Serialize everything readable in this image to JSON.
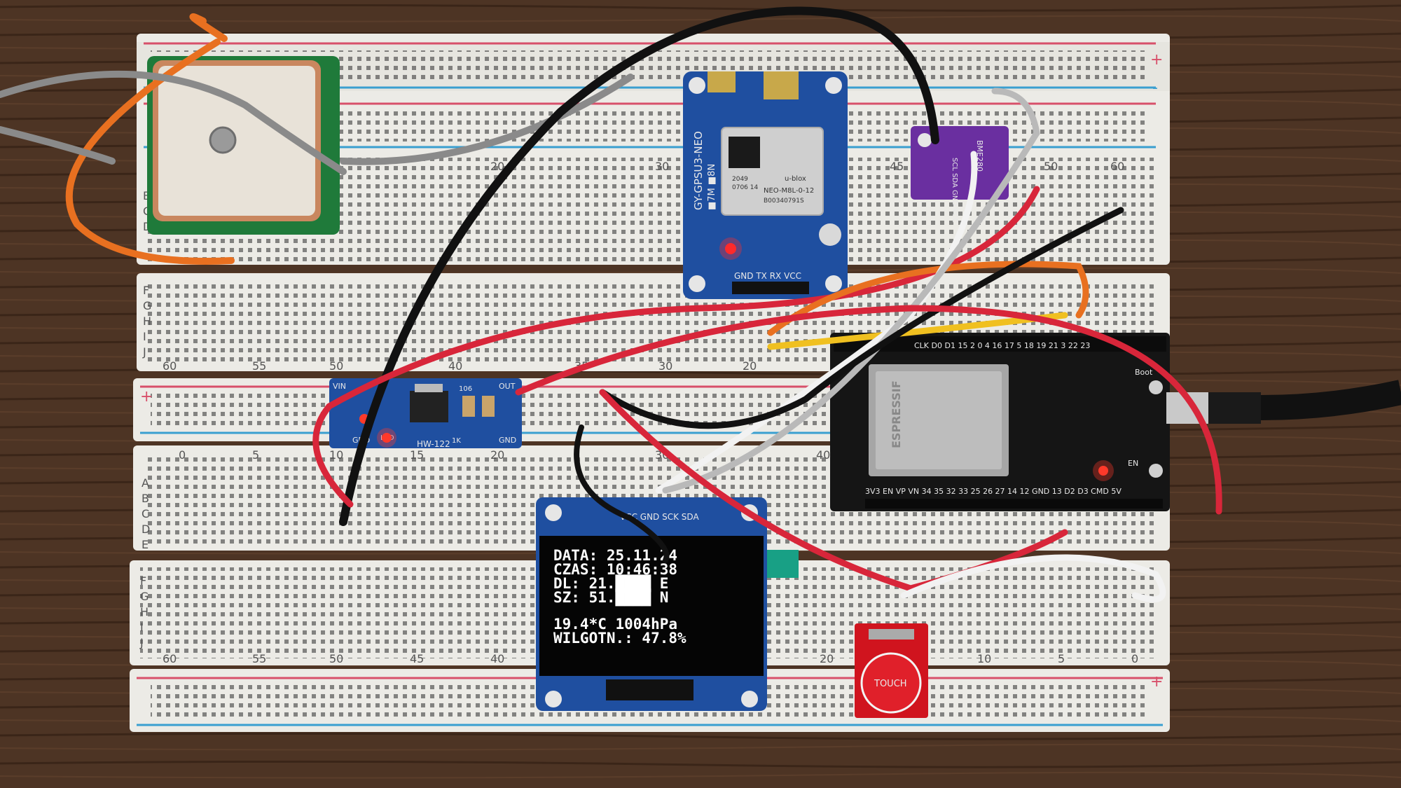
{
  "colors": {
    "table": "#4a3222",
    "breadboard": "#ecebe6",
    "rail_red": "#d8506a",
    "rail_blue": "#3a9fd0",
    "pcb_blue": "#1f4fa0",
    "pcb_black": "#151515",
    "pcb_purple": "#6a2fa0",
    "touch_red": "#d0141e"
  },
  "gps_module": {
    "name": "GY-GPSU3-NEO",
    "sub": "■7M ■8N",
    "chip_line1": "u-blox",
    "chip_line2": "NEO-M8L-0-12",
    "chip_line3": "B00340791S",
    "chip_line4": "0706 14",
    "chip_line5": "2049",
    "pins": "GND TX RX VCC"
  },
  "sensor_module": {
    "label": "BME280",
    "pins": "SCL SDA GND VCC"
  },
  "regulator": {
    "name": "HW-122",
    "vin": "VIN",
    "out": "OUT",
    "gnd_left": "GND",
    "gnd_right": "GND",
    "led": "LED",
    "r1": "106",
    "r2": "1K"
  },
  "esp32": {
    "brand": "ESPRESSIF",
    "top_pins": "CLK D0 D1 15 2 0 4 16 17 5 18 19 21 3 22 23",
    "bottom_pins": "3V3 EN VP VN 34 35 32 33 25 26 27 14 12 GND 13 D2 D3 CMD 5V",
    "boot": "Boot",
    "en": "EN"
  },
  "oled": {
    "header": "VCC GND SCK SDA",
    "line1": "DATA: 25.11.24",
    "line2": "CZAS: 10:46:38",
    "line3": "DL: 21.████ E",
    "line4": "SZ: 51.████ N",
    "line5": "19.4*C 1004hPa",
    "line6": "WILGOTN.:  47.8%"
  },
  "touch": {
    "label": "TOUCH"
  },
  "breadboard_numbers": {
    "top_row": [
      "20",
      "30",
      "45",
      "50",
      "60"
    ],
    "mid_row": [
      "60",
      "55",
      "50",
      "40",
      "35",
      "30",
      "20"
    ],
    "mid_row2": [
      "0",
      "5",
      "10",
      "15",
      "20",
      "30",
      "40"
    ],
    "bottom_row": [
      "60",
      "55",
      "50",
      "45",
      "40",
      "20",
      "10",
      "5",
      "0"
    ],
    "row_letters_left_top": [
      "B",
      "C",
      "D"
    ],
    "row_letters_left_mid": [
      "F",
      "G",
      "H",
      "I",
      "J"
    ],
    "row_letters_left_low": [
      "A",
      "B",
      "C",
      "D",
      "E"
    ],
    "row_letters_left_bottom": [
      "F",
      "G",
      "H",
      "I",
      "J"
    ],
    "plus": "+",
    "minus": "-"
  }
}
